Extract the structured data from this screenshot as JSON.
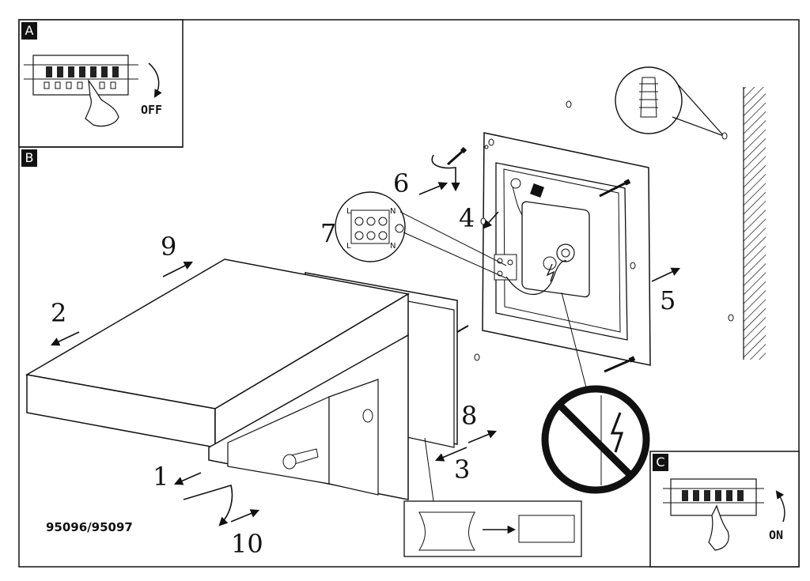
{
  "panels": {
    "a": {
      "label": "A",
      "switch_state": "OFF"
    },
    "b": {
      "label": "B"
    },
    "c": {
      "label": "C",
      "switch_state": "ON"
    }
  },
  "steps": [
    "1",
    "2",
    "3",
    "4",
    "5",
    "6",
    "7",
    "8",
    "9",
    "10"
  ],
  "model_number": "95096/95097",
  "terminal_labels": {
    "top_left": "L",
    "top_right": "N",
    "bottom_left": "L",
    "bottom_right": "N"
  }
}
